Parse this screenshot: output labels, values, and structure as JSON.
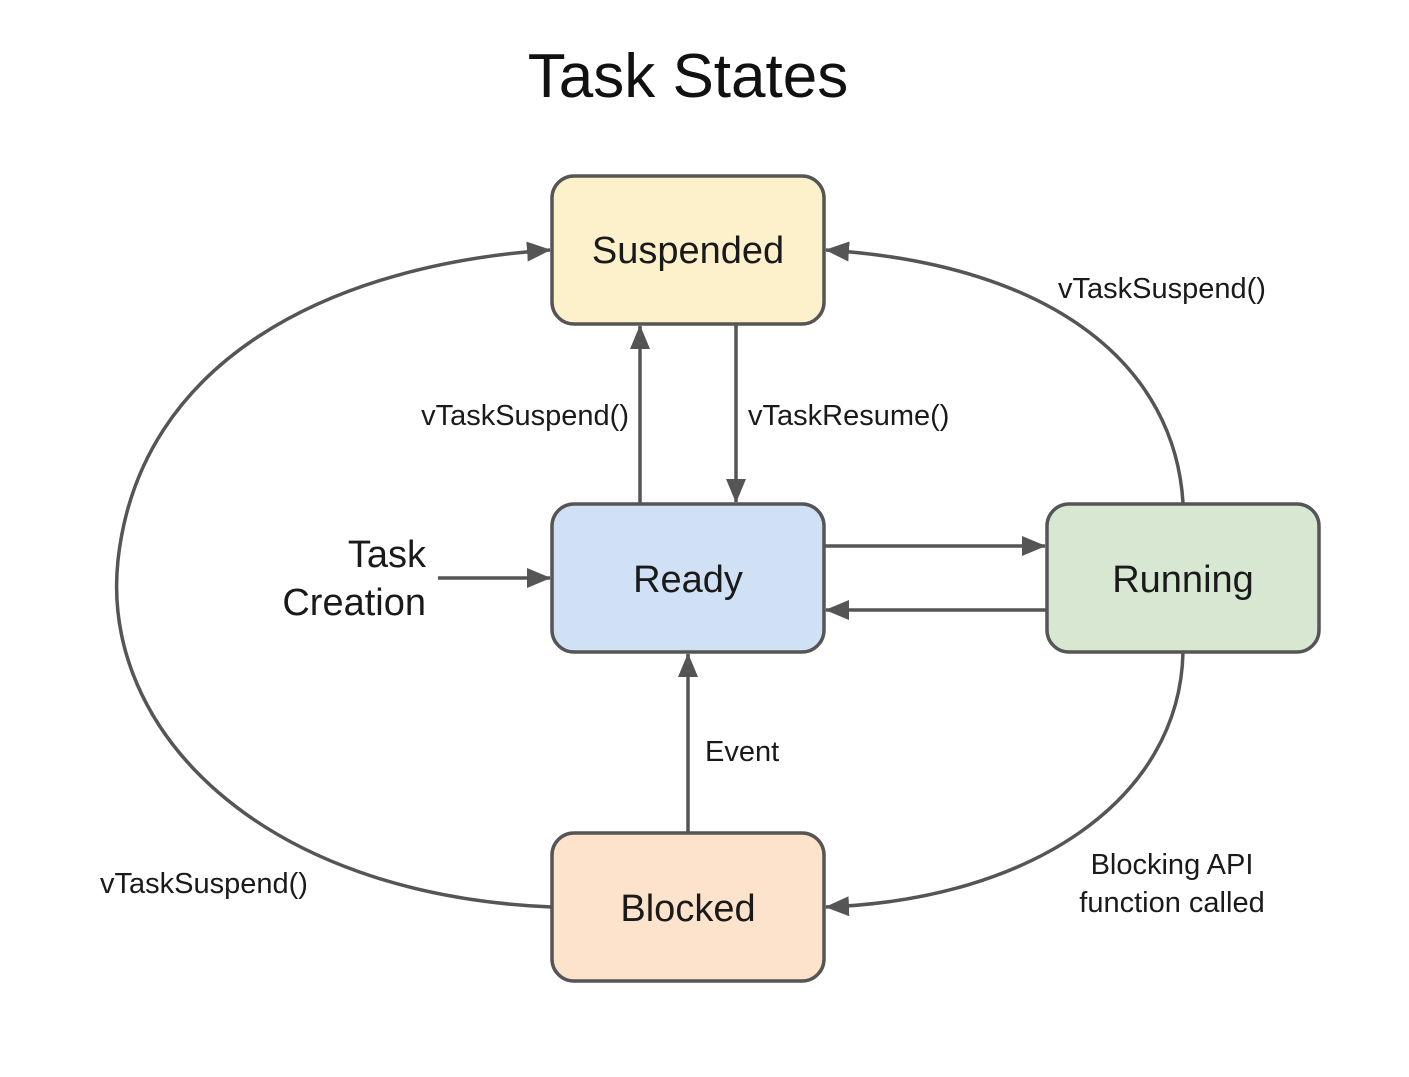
{
  "title": "Task States",
  "colors": {
    "suspended": "#fdf1cb",
    "ready": "#d0e0f5",
    "running": "#d8e7d2",
    "blocked": "#fde3cc",
    "stroke": "#555555"
  },
  "states": {
    "suspended": "Suspended",
    "ready": "Ready",
    "running": "Running",
    "blocked": "Blocked"
  },
  "labels": {
    "ready_to_suspended": "vTaskSuspend()",
    "suspended_to_ready": "vTaskResume()",
    "running_to_suspended": "vTaskSuspend()",
    "blocked_to_suspended": "vTaskSuspend()",
    "blocked_to_ready": "Event",
    "running_to_blocked_line1": "Blocking API",
    "running_to_blocked_line2": "function called",
    "task_creation_line1": "Task",
    "task_creation_line2": "Creation"
  }
}
